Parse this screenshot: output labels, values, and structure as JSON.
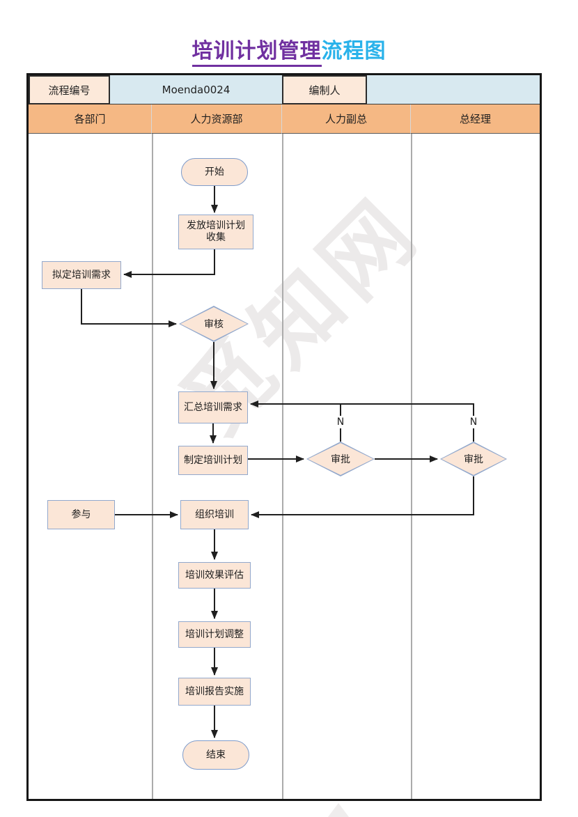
{
  "title": {
    "main": "培训计划管理",
    "suffix": "流程图"
  },
  "info_row": {
    "label1": "流程编号",
    "value1": "Moenda0024",
    "label2": "编制人",
    "value2": ""
  },
  "lanes": {
    "lane1": "各部门",
    "lane2": "人力资源部",
    "lane3": "人力副总",
    "lane4": "总经理"
  },
  "nodes": {
    "start": "开始",
    "collect_line1": "发放培训计划",
    "collect_line2": "收集",
    "draft": "拟定培训需求",
    "review": "审核",
    "summary": "汇总培训需求",
    "plan": "制定培训计划",
    "approve_hr_vp": "审批",
    "approve_gm": "审批",
    "participate": "参与",
    "organize": "组织培训",
    "evaluate": "培训效果评估",
    "adjust": "培训计划调整",
    "report": "培训报告实施",
    "end": "结束"
  },
  "branch_labels": {
    "hr_vp_no": "N",
    "gm_no": "N"
  },
  "watermark": "觅知网",
  "colors": {
    "title_main": "#7030A0",
    "title_suffix": "#29B2EA",
    "lane_header": "#F5B884",
    "info_label_bg": "#FCE9DA",
    "info_value_bg": "#D8E9F0",
    "shape_fill": "#FBE6D7",
    "shape_border": "#92A8CC",
    "connector": "#1F1F1F",
    "frame_border": "#161616"
  }
}
